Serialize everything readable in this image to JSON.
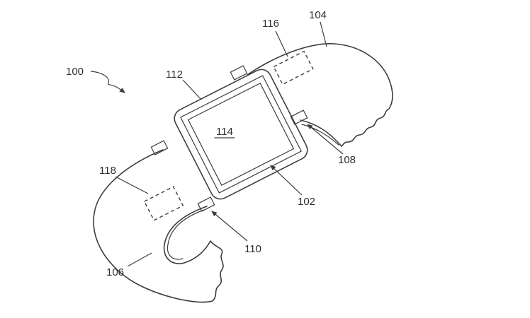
{
  "figure": {
    "background_color": "#ffffff",
    "line_color": "#3d3d3d",
    "labels": {
      "l100": "100",
      "l102": "102",
      "l104": "104",
      "l106": "106",
      "l108": "108",
      "l110": "110",
      "l112": "112",
      "l114": "114",
      "l116": "116",
      "l118": "118"
    }
  }
}
